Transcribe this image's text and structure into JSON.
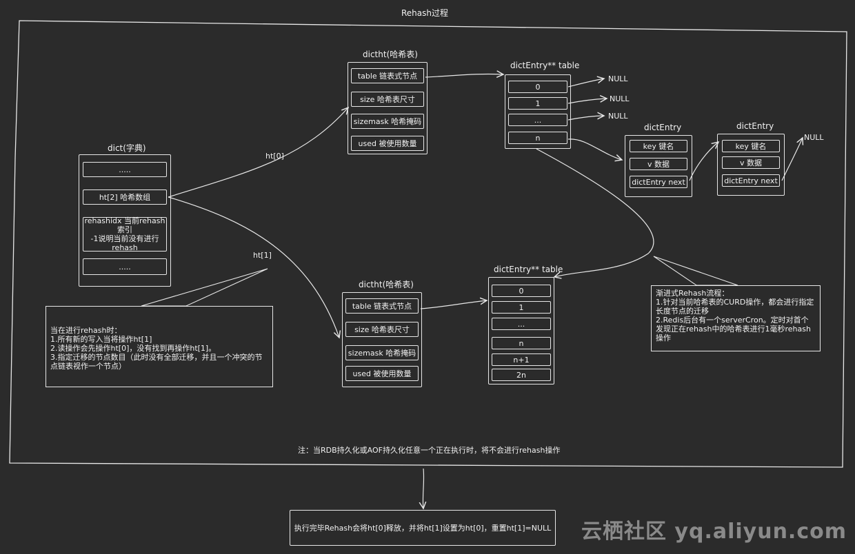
{
  "diagram_title": "Rehash过程",
  "dict": {
    "title": "dict(字典)",
    "rows": [
      ".....",
      "ht[2] 哈希数组",
      "rehashidx 当前rehash索引\n-1说明当前没有进行\nrehash",
      "....."
    ]
  },
  "ht0_label": "ht[0]",
  "ht1_label": "ht[1]",
  "dictht_top": {
    "title": "dictht(哈希表)",
    "rows": [
      "table 链表式节点",
      "size 哈希表尺寸",
      "sizemask 哈希掩码",
      "used 被使用数量"
    ]
  },
  "dictht_bottom": {
    "title": "dictht(哈希表)",
    "rows": [
      "table 链表式节点",
      "size 哈希表尺寸",
      "sizemask 哈希掩码",
      "used 被使用数量"
    ]
  },
  "table_top": {
    "title": "dictEntry** table",
    "rows": [
      "0",
      "1",
      "...",
      "n"
    ],
    "nulls": [
      "NULL",
      "NULL",
      "NULL"
    ]
  },
  "table_bottom": {
    "title": "dictEntry** table",
    "rows": [
      "0",
      "1",
      "...",
      "n",
      "n+1",
      "2n"
    ]
  },
  "entry1": {
    "title": "dictEntry",
    "rows": [
      "key 键名",
      "v 数据",
      "dictEntry next"
    ]
  },
  "entry2": {
    "title": "dictEntry",
    "rows": [
      "key 键名",
      "v 数据",
      "dictEntry next"
    ]
  },
  "entry_null": "NULL",
  "note_left": {
    "lines": [
      "当在进行rehash时：",
      "1.所有新的写入当将操作ht[1]",
      "2.读操作会先操作ht[0]，没有找到再操作ht[1]。",
      "3.指定迁移的节点数目（此时没有全部迁移，并且一个冲突的节点链表视作一个节点）"
    ]
  },
  "note_right": {
    "lines": [
      "渐进式Rehash流程：",
      "1.针对当前哈希表的CURD操作，都会进行指定长度节点的迁移",
      "2.Redis后台有一个serverCron。定时对首个发现正在rehash中的哈希表进行1毫秒rehash操作"
    ]
  },
  "footer_note": "注：当RDB持久化或AOF持久化任意一个正在执行时，将不会进行rehash操作",
  "final_note": "执行完毕Rehash会将ht[0]释放，并将ht[1]设置为ht[0]，重置ht[1]=NULL",
  "watermark": "云栖社区 yq.aliyun.com"
}
